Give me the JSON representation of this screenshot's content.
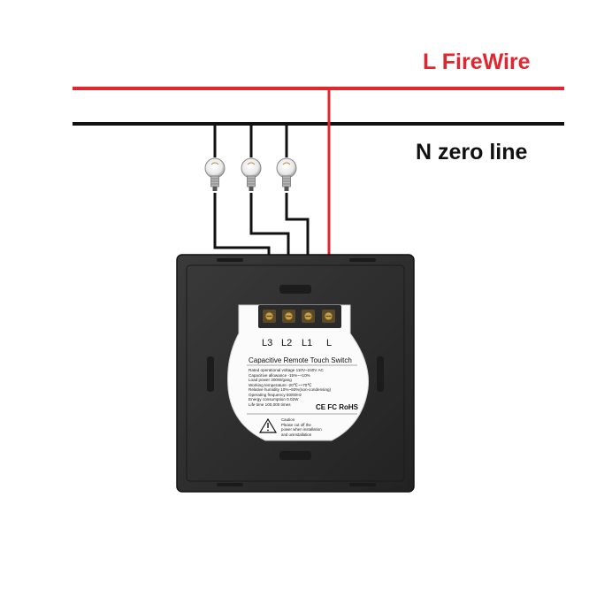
{
  "labels": {
    "live": "L FireWire",
    "neutral": "N zero line"
  },
  "terminals": [
    "L3",
    "L2",
    "L1",
    "L"
  ],
  "label_plate": {
    "title": "Capacitive Remote Touch Switch",
    "specs": [
      "Rated operational voltage   110V~240V AC",
      "Capacitive allowance   -15%~+10%",
      "Load power   300W/gang",
      "Working temperature   -20℃~+70℃",
      "Relative humidity   10%~93%(non-condensing)",
      "Operating frequency   50/60Hz",
      "Energy consumption   0.02W",
      "Life time   100,000 times"
    ],
    "certifications": "CE FC RoHS",
    "caution": [
      "Caution",
      "Please cut off the",
      "power when installation",
      "and uninstallation"
    ]
  },
  "colors": {
    "live_wire": "#e0262e",
    "neutral_wire": "#111111",
    "switch_body": "#2b2b2b"
  },
  "icons": [
    "bulb-icon",
    "warning-icon"
  ]
}
